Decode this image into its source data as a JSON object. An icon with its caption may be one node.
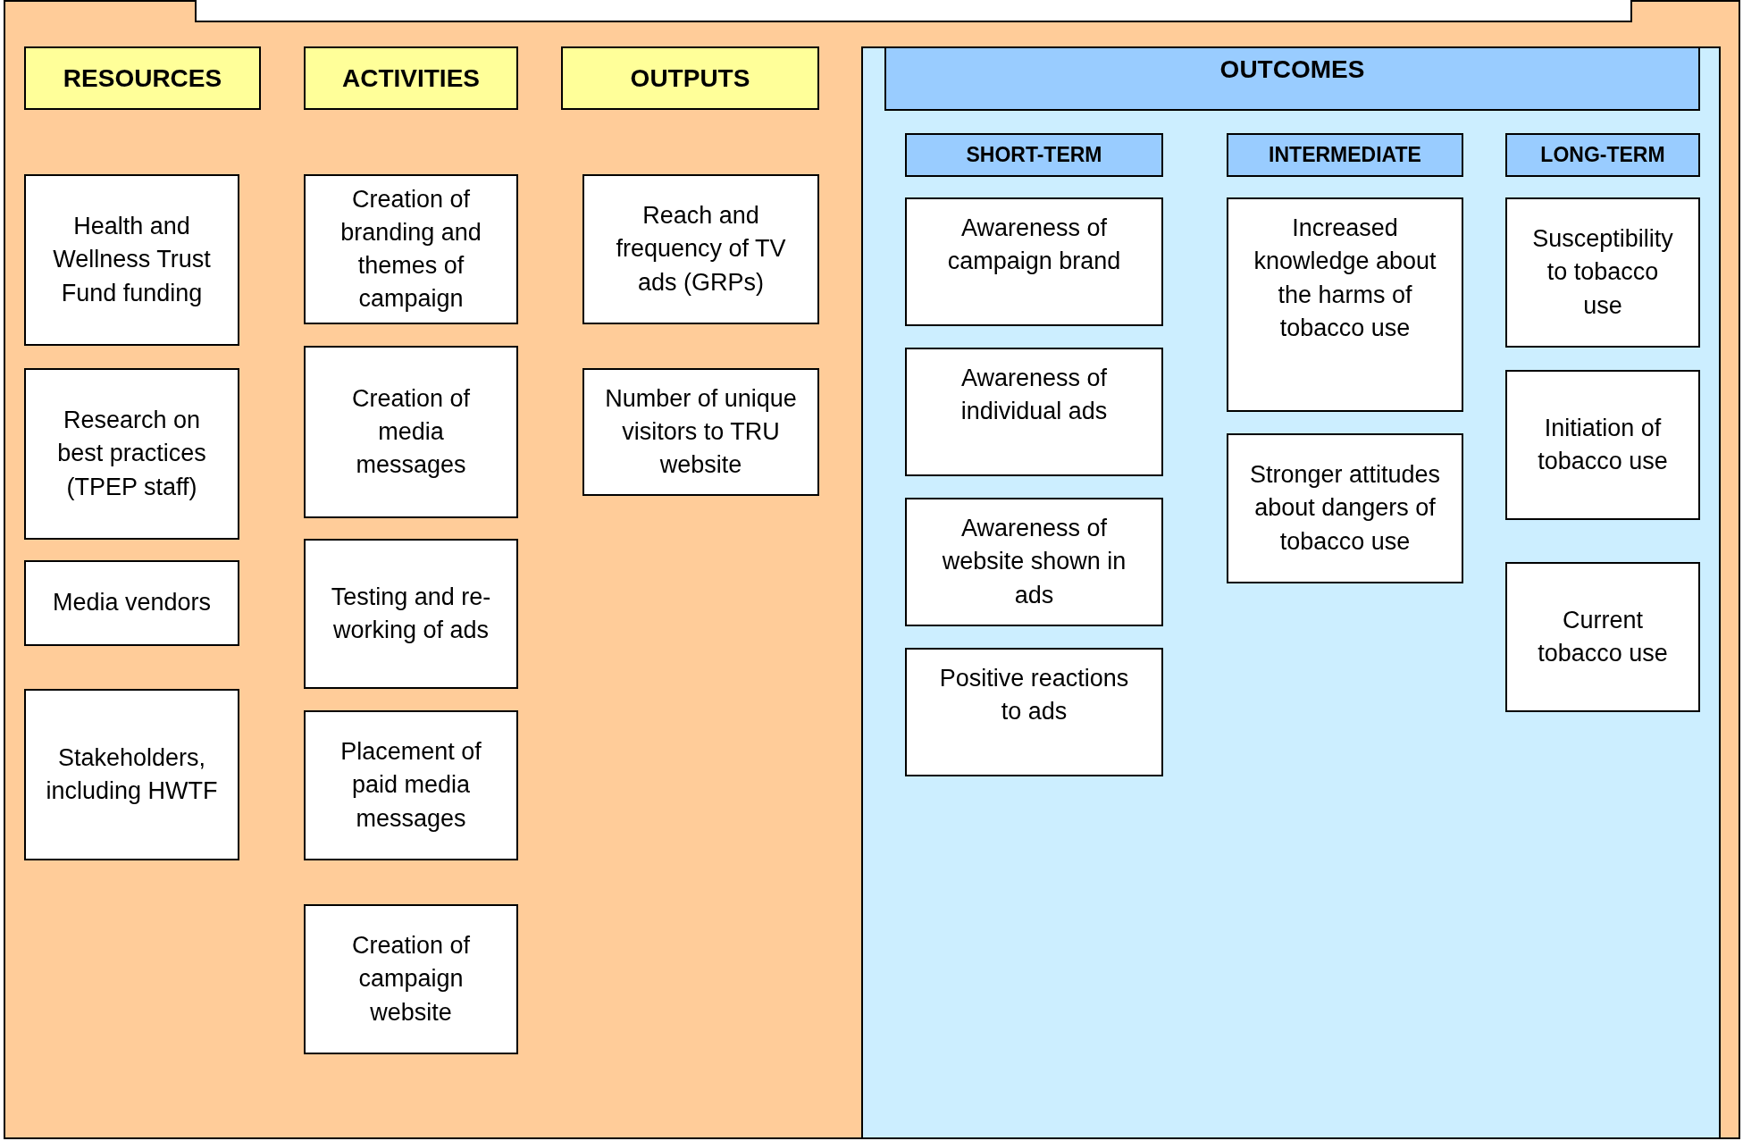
{
  "diagram": {
    "nodes": [
      {
        "text": [],
        "shape": "box"
      },
      {
        "text": [
          "RESOURCES"
        ]
      },
      {
        "text": [
          "ACTIVITIES"
        ]
      },
      {
        "text": [
          "OUTPUTS"
        ]
      },
      {
        "text": [
          "OUTCOMES"
        ]
      },
      {
        "text": [
          "SHORT-TERM"
        ],
        "in": 4
      },
      {
        "text": [
          "INTERMEDIATE"
        ],
        "in": 4
      },
      {
        "text": [
          "LONG-TERM"
        ],
        "in": 4
      },
      {
        "text": [
          "Health and Wellness Trust Fund funding"
        ]
      },
      {
        "text": [
          "Research on best practices (TPEP staff)"
        ]
      },
      {
        "text": [
          "Media vendors"
        ]
      },
      {
        "text": [
          "Stakeholders, including HWTF"
        ]
      },
      {
        "text": [
          "Creation of branding and themes of campaign"
        ]
      },
      {
        "text": [
          "Creation of media messages"
        ]
      },
      {
        "text": [
          "Testing and re-working of ads"
        ]
      },
      {
        "text": [
          "Placement of paid media messages"
        ]
      },
      {
        "text": [
          "Creation of campaign website"
        ]
      },
      {
        "text": [
          "Reach and frequency of TV ads (GRPs)"
        ]
      },
      {
        "text": [
          "Number of unique visitors to TRU website"
        ]
      },
      {
        "text": [
          "Awareness of campaign brand"
        ],
        "in": 4
      },
      {
        "text": [
          "Awareness of individual ads"
        ],
        "in": 4
      },
      {
        "text": [
          "Awareness of website shown in ads"
        ],
        "in": 4
      },
      {
        "text": [
          "Positive reactions to ads"
        ],
        "in": 4
      },
      {
        "text": [
          "Increased knowledge about the harms of tobacco use"
        ],
        "in": 4
      },
      {
        "text": [
          "Stronger attitudes about dangers of tobacco use"
        ],
        "in": 4
      },
      {
        "text": [
          "Susceptibility to tobacco use"
        ],
        "in": 4
      },
      {
        "text": [
          "Initiation of tobacco use"
        ],
        "in": 4
      },
      {
        "text": [
          "Current tobacco use"
        ],
        "in": 4
      }
    ],
    "edges": []
  }
}
